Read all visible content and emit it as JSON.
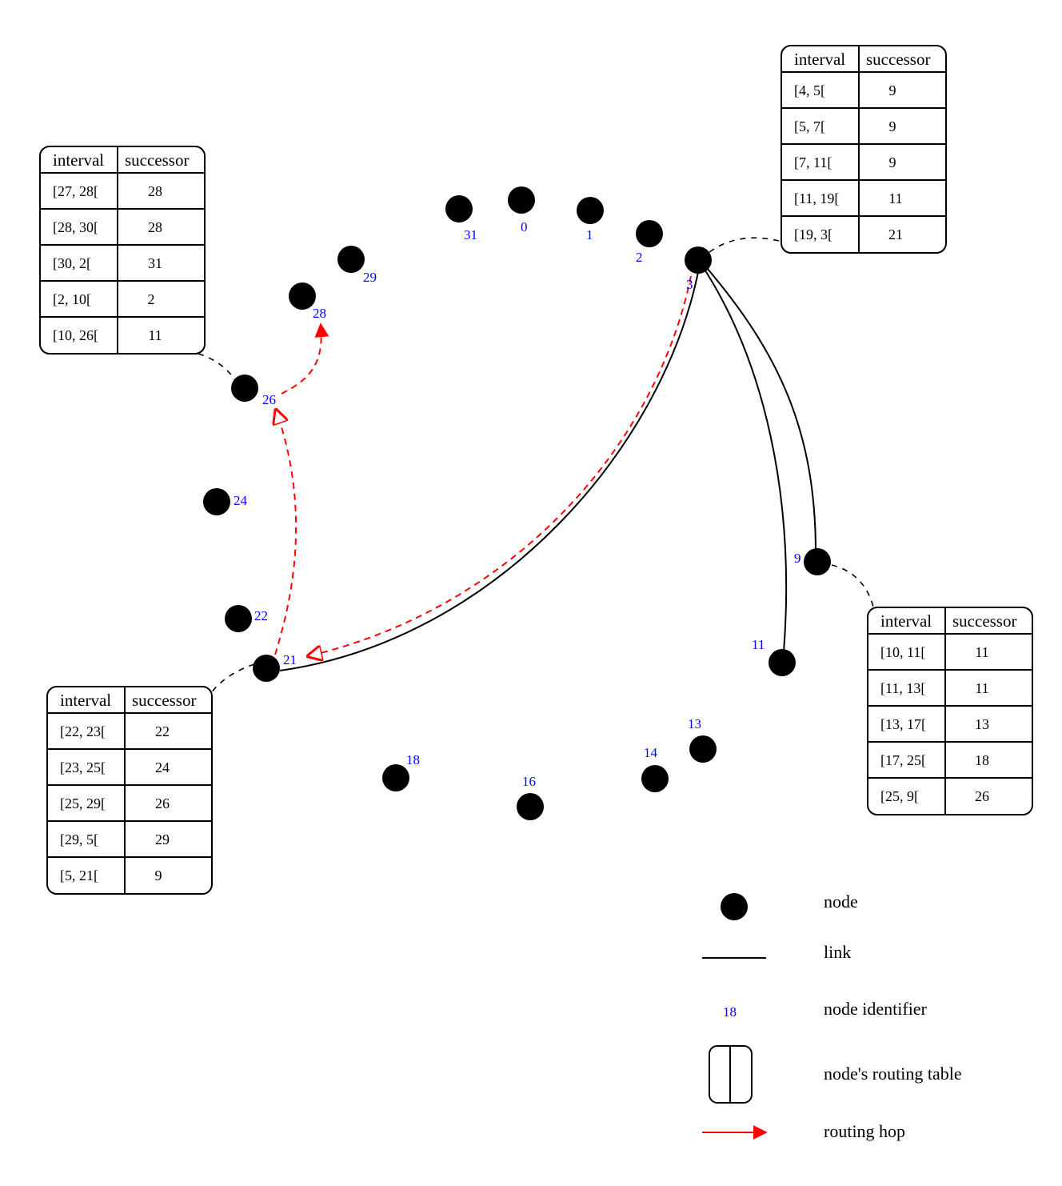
{
  "nodes": [
    {
      "id": "0",
      "label": "0"
    },
    {
      "id": "1",
      "label": "1"
    },
    {
      "id": "2",
      "label": "2"
    },
    {
      "id": "3",
      "label": "3"
    },
    {
      "id": "9",
      "label": "9"
    },
    {
      "id": "11",
      "label": "11"
    },
    {
      "id": "13",
      "label": "13"
    },
    {
      "id": "14",
      "label": "14"
    },
    {
      "id": "16",
      "label": "16"
    },
    {
      "id": "18",
      "label": "18"
    },
    {
      "id": "21",
      "label": "21"
    },
    {
      "id": "22",
      "label": "22"
    },
    {
      "id": "24",
      "label": "24"
    },
    {
      "id": "26",
      "label": "26"
    },
    {
      "id": "28",
      "label": "28"
    },
    {
      "id": "29",
      "label": "29"
    },
    {
      "id": "31",
      "label": "31"
    }
  ],
  "links": [
    {
      "from": "3",
      "to": "21"
    },
    {
      "from": "3",
      "to": "9"
    },
    {
      "from": "3",
      "to": "11"
    }
  ],
  "routing_hops": [
    {
      "from": "3",
      "to": "21"
    },
    {
      "from": "21",
      "to": "26"
    },
    {
      "from": "26",
      "to": "28"
    }
  ],
  "routing_tables": [
    {
      "node": "3",
      "headers": [
        "interval",
        "successor"
      ],
      "rows": [
        [
          "[4, 5[",
          "9"
        ],
        [
          "[5, 7[",
          "9"
        ],
        [
          "[7, 11[",
          "9"
        ],
        [
          "[11, 19[",
          "11"
        ],
        [
          "[19, 3[",
          "21"
        ]
      ]
    },
    {
      "node": "26",
      "headers": [
        "interval",
        "successor"
      ],
      "rows": [
        [
          "[27, 28[",
          "28"
        ],
        [
          "[28, 30[",
          "28"
        ],
        [
          "[30, 2[",
          "31"
        ],
        [
          "[2, 10[",
          "2"
        ],
        [
          "[10, 26[",
          "11"
        ]
      ]
    },
    {
      "node": "9",
      "headers": [
        "interval",
        "successor"
      ],
      "rows": [
        [
          "[10, 11[",
          "11"
        ],
        [
          "[11, 13[",
          "11"
        ],
        [
          "[13, 17[",
          "13"
        ],
        [
          "[17, 25[",
          "18"
        ],
        [
          "[25, 9[",
          "26"
        ]
      ]
    },
    {
      "node": "21",
      "headers": [
        "interval",
        "successor"
      ],
      "rows": [
        [
          "[22, 23[",
          "22"
        ],
        [
          "[23, 25[",
          "24"
        ],
        [
          "[25, 29[",
          "26"
        ],
        [
          "[29, 5[",
          "29"
        ],
        [
          "[5, 21[",
          "9"
        ]
      ]
    }
  ],
  "legend": {
    "node_label": "node",
    "link_label": "link",
    "identifier_sample": "18",
    "identifier_label": "node identifier",
    "table_label": "node's routing table",
    "hop_label": "routing hop"
  },
  "colors": {
    "node": "#000000",
    "identifier": "#0000ff",
    "hop": "#ff0000",
    "link": "#000000"
  }
}
